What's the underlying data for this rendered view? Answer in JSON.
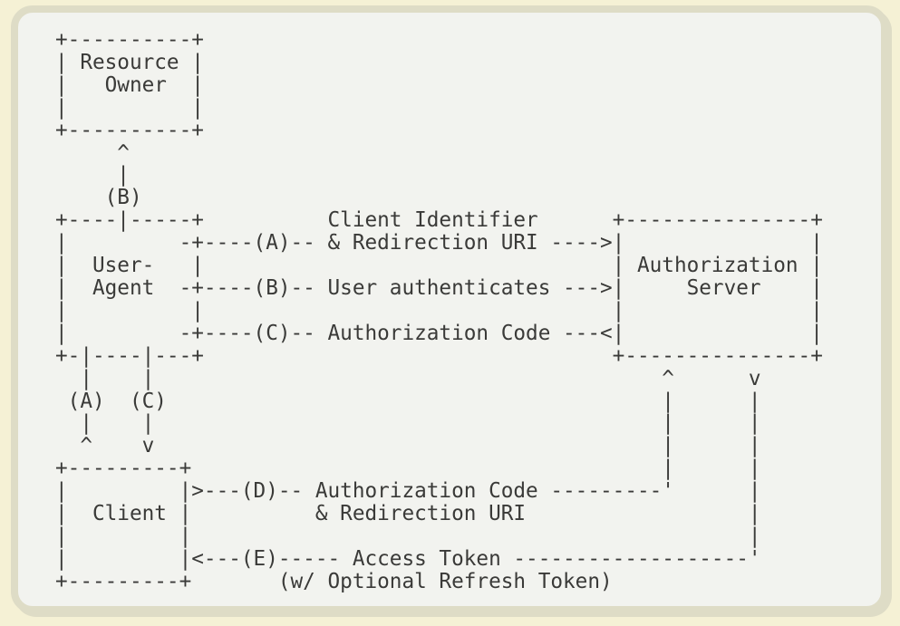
{
  "colors": {
    "page_background": "#f5f1d5",
    "panel_background": "#f2f3ef",
    "panel_border": "#dedcc6",
    "text": "#3a3a38"
  },
  "diagram": {
    "entities": [
      "Resource Owner",
      "User-Agent",
      "Authorization Server",
      "Client"
    ],
    "steps": [
      {
        "label": "(A)",
        "description": "Client Identifier & Redirection URI"
      },
      {
        "label": "(B)",
        "description": "User authenticates"
      },
      {
        "label": "(C)",
        "description": "Authorization Code"
      },
      {
        "label": "(D)",
        "description": "Authorization Code & Redirection URI"
      },
      {
        "label": "(E)",
        "description": "Access Token (w/ Optional Refresh Token)"
      }
    ],
    "ascii_lines": [
      "+----------+",
      "| Resource |",
      "|   Owner  |",
      "|          |",
      "+----------+",
      "     ^",
      "     |",
      "    (B)",
      "+----|-----+          Client Identifier      +---------------+",
      "|         -+----(A)-- & Redirection URI ---->|               |",
      "|  User-   |                                 | Authorization |",
      "|  Agent  -+----(B)-- User authenticates --->|     Server    |",
      "|          |                                 |               |",
      "|         -+----(C)-- Authorization Code ---<|               |",
      "+-|----|---+                                 +---------------+",
      "  |    |                                         ^      v",
      " (A)  (C)                                        |      |",
      "  |    |                                         |      |",
      "  ^    v                                         |      |",
      "+---------+                                      |      |",
      "|         |>---(D)-- Authorization Code ---------'      |",
      "|  Client |          & Redirection URI                  |",
      "|         |                                             |",
      "|         |<---(E)----- Access Token -------------------'",
      "+---------+       (w/ Optional Refresh Token)"
    ]
  }
}
